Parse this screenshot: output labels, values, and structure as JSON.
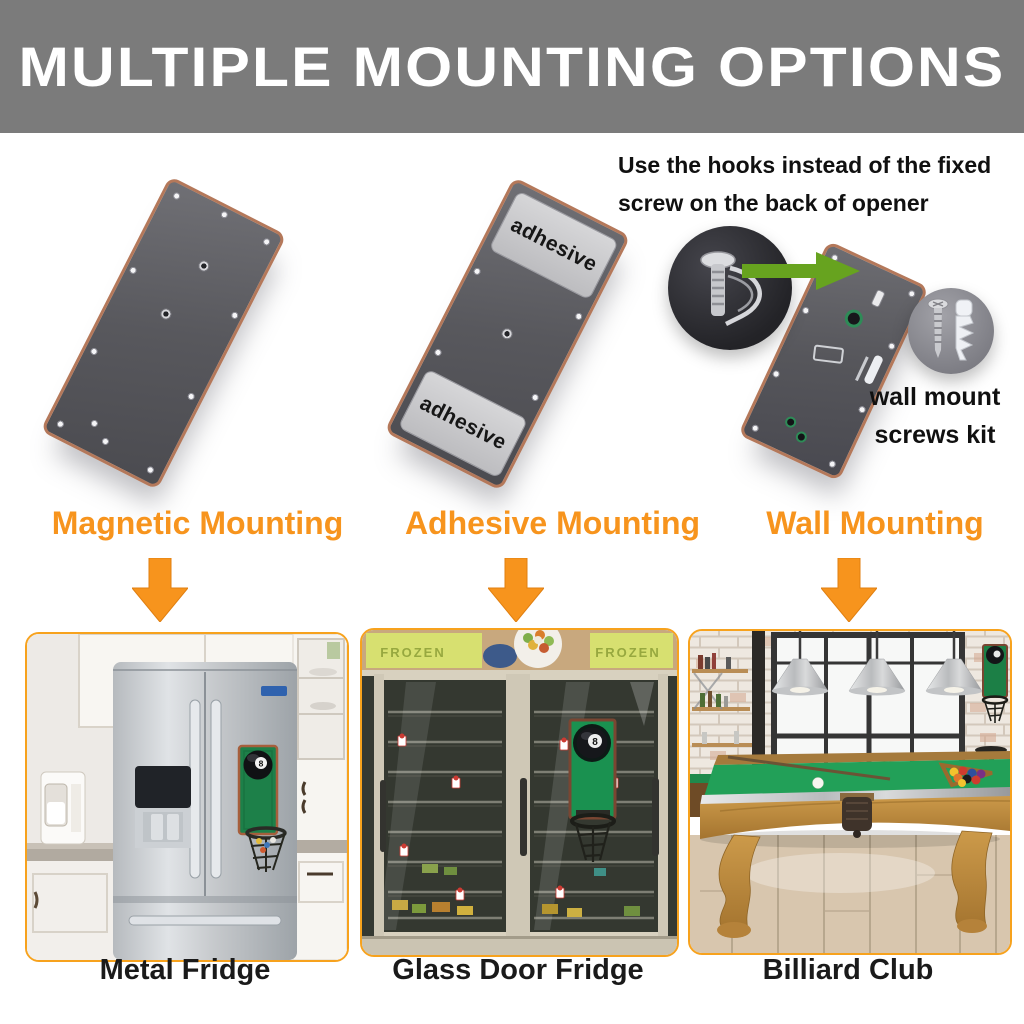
{
  "header": {
    "title": "MULTIPLE MOUNTING OPTIONS"
  },
  "hook_note": {
    "line1": "Use the hooks instead of the fixed",
    "line2": "screw on the back of opener"
  },
  "wall_kit_note": {
    "line1": "wall mount",
    "line2": "screws kit"
  },
  "adhesive_sticker": "adhesive",
  "ball_number": "8",
  "frozen_sign": "FROZEN",
  "options": [
    {
      "id": "magnetic",
      "label": "Magnetic Mounting",
      "caption": "Metal Fridge"
    },
    {
      "id": "adhesive",
      "label": "Adhesive Mounting",
      "caption": "Glass Door Fridge"
    },
    {
      "id": "wall",
      "label": "Wall Mounting",
      "caption": "Billiard Club"
    }
  ],
  "colors": {
    "banner_bg": "#7b7b7b",
    "banner_text": "#ffffff",
    "accent_orange": "#f7941d",
    "note_text": "#101010",
    "arrow_green": "#67a31f",
    "panel_face": "#57575b",
    "panel_trim_copper": "#b4785a",
    "opener_green": "#1d8a4c",
    "felt_green": "#22a058"
  }
}
